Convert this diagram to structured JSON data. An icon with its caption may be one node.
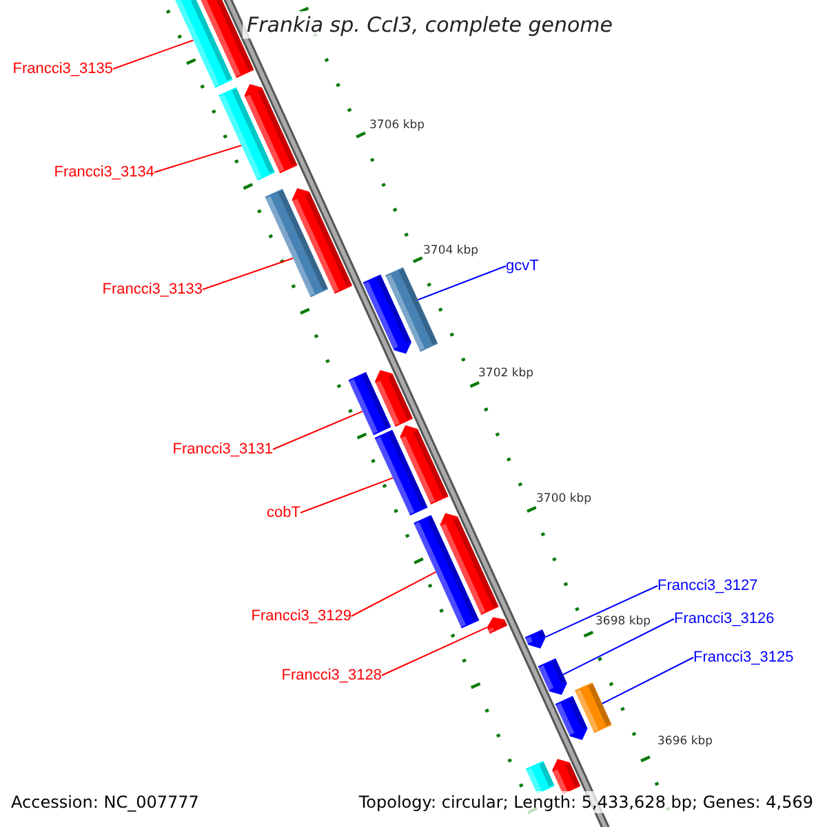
{
  "diagram": {
    "title": "Frankia sp. CcI3, complete genome",
    "nodes": [
      {
        "text": [
          "Francci3_3135"
        ]
      },
      {
        "text": [
          "Francci3_3134"
        ]
      },
      {
        "text": [
          "gcvT"
        ]
      },
      {
        "text": [
          "Francci3_3133"
        ]
      },
      {
        "text": [
          "Francci3_3131"
        ]
      },
      {
        "text": [
          "cobT"
        ]
      },
      {
        "text": [
          "Francci3_3127"
        ]
      },
      {
        "text": [
          "Francci3_3129"
        ]
      },
      {
        "text": [
          "Francci3_3126"
        ]
      },
      {
        "text": [
          "Francci3_3125"
        ]
      },
      {
        "text": [
          "Francci3_3128"
        ]
      },
      {
        "text": [],
        "shape": "bar"
      },
      {
        "text": [],
        "shape": "bar"
      },
      {
        "text": [],
        "shape": "bar"
      },
      {
        "text": [],
        "shape": "bar"
      },
      {
        "text": [],
        "shape": "bar"
      },
      {
        "text": [],
        "shape": "bar"
      },
      {
        "text": [],
        "shape": "bar"
      },
      {
        "text": [],
        "shape": "bar"
      },
      {
        "text": [],
        "shape": "bar"
      },
      {
        "text": [],
        "shape": "bar"
      },
      {
        "text": [],
        "shape": "bar"
      },
      {
        "text": [],
        "shape": "bar"
      },
      {
        "text": [],
        "shape": "bar"
      },
      {
        "text": [],
        "shape": "bar"
      },
      {
        "text": [],
        "shape": "bar"
      },
      {
        "text": [],
        "shape": "bar"
      },
      {
        "text": [],
        "shape": "bar"
      },
      {
        "text": [],
        "shape": "bar"
      },
      {
        "text": [],
        "shape": "bar"
      },
      {
        "text": [],
        "shape": "bar"
      },
      {
        "text": [],
        "shape": "bar"
      }
    ],
    "edges": [
      {
        "from": 0,
        "to": 11,
        "arrow": "none"
      },
      {
        "from": 1,
        "to": 13,
        "arrow": "none"
      },
      {
        "from": 2,
        "to": 18,
        "arrow": "none",
        "color": "#0000ff"
      },
      {
        "from": 3,
        "to": 15,
        "arrow": "none"
      },
      {
        "from": 4,
        "to": 19,
        "arrow": "none"
      },
      {
        "from": 5,
        "to": 21,
        "arrow": "none"
      },
      {
        "from": 6,
        "to": 26,
        "arrow": "none",
        "color": "#0000ff"
      },
      {
        "from": 7,
        "to": 23,
        "arrow": "none"
      },
      {
        "from": 8,
        "to": 27,
        "arrow": "none",
        "color": "#0000ff"
      },
      {
        "from": 9,
        "to": 28,
        "arrow": "none",
        "color": "#0000ff"
      },
      {
        "from": 10,
        "to": 25,
        "arrow": "none"
      }
    ],
    "labels": [
      "3706 kbp",
      "3704 kbp",
      "3702 kbp",
      "3700 kbp",
      "3698 kbp",
      "3696 kbp",
      "Accession: NC_007777",
      "Topology: circular; Length: 5,433,628 bp; Genes: 4,569"
    ]
  }
}
